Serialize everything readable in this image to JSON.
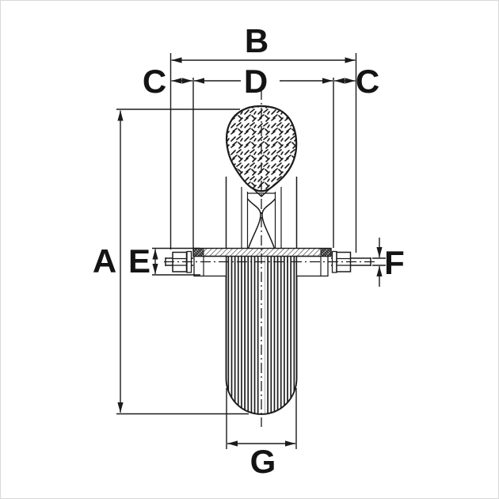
{
  "figure": {
    "kind": "technical dimension drawing of a wheel with axle",
    "colors": {
      "ink": "#1b1b1b",
      "background": "#ffffff",
      "frame": "#d8d8d8"
    }
  },
  "labels": {
    "a": "A",
    "b": "B",
    "c_left": "C",
    "d": "D",
    "c_right": "C",
    "e": "E",
    "f": "F",
    "g": "G"
  }
}
